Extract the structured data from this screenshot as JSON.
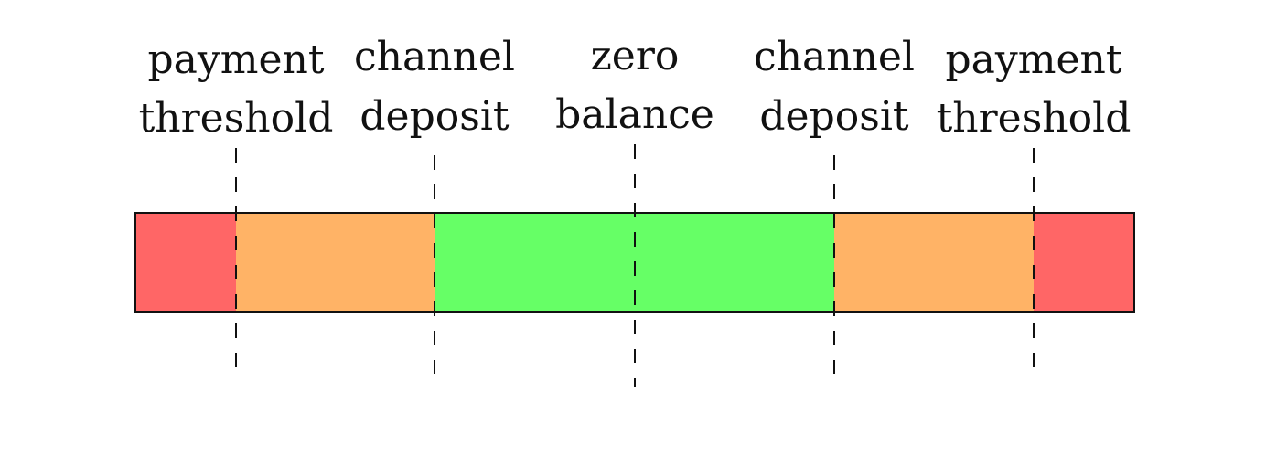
{
  "colors": {
    "danger": "#ff6666",
    "warning": "#ffb366",
    "safe": "#66ff66",
    "stroke": "#111111",
    "background": "#ffffff"
  },
  "segments": [
    {
      "zone": "danger",
      "color": "#ff6666"
    },
    {
      "zone": "warning",
      "color": "#ffb366"
    },
    {
      "zone": "safe",
      "color": "#66ff66"
    },
    {
      "zone": "warning",
      "color": "#ffb366"
    },
    {
      "zone": "danger",
      "color": "#ff6666"
    }
  ],
  "markers": [
    {
      "line1": "payment",
      "line2": "threshold"
    },
    {
      "line1": "channel",
      "line2": "deposit"
    },
    {
      "line1": "zero",
      "line2": "balance"
    },
    {
      "line1": "channel",
      "line2": "deposit"
    },
    {
      "line1": "payment",
      "line2": "threshold"
    }
  ]
}
